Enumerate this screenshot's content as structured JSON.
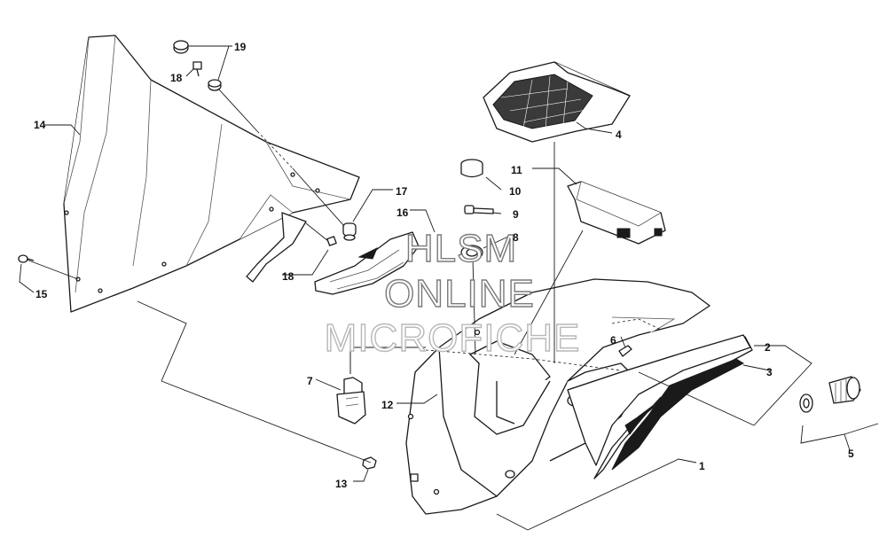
{
  "callouts": [
    {
      "id": "1",
      "label": "1"
    },
    {
      "id": "2",
      "label": "2"
    },
    {
      "id": "3",
      "label": "3"
    },
    {
      "id": "4",
      "label": "4"
    },
    {
      "id": "5",
      "label": "5"
    },
    {
      "id": "6",
      "label": "6"
    },
    {
      "id": "7",
      "label": "7"
    },
    {
      "id": "8",
      "label": "8"
    },
    {
      "id": "9",
      "label": "9"
    },
    {
      "id": "10",
      "label": "10"
    },
    {
      "id": "11",
      "label": "11"
    },
    {
      "id": "12",
      "label": "12"
    },
    {
      "id": "13",
      "label": "13"
    },
    {
      "id": "14",
      "label": "14"
    },
    {
      "id": "15",
      "label": "15"
    },
    {
      "id": "16",
      "label": "16"
    },
    {
      "id": "17",
      "label": "17"
    },
    {
      "id": "18a",
      "label": "18"
    },
    {
      "id": "18b",
      "label": "18"
    },
    {
      "id": "19",
      "label": "19"
    }
  ],
  "watermark": {
    "line1": "HLSM",
    "line2": "ONLINE",
    "line3": "MICROFICHE"
  }
}
